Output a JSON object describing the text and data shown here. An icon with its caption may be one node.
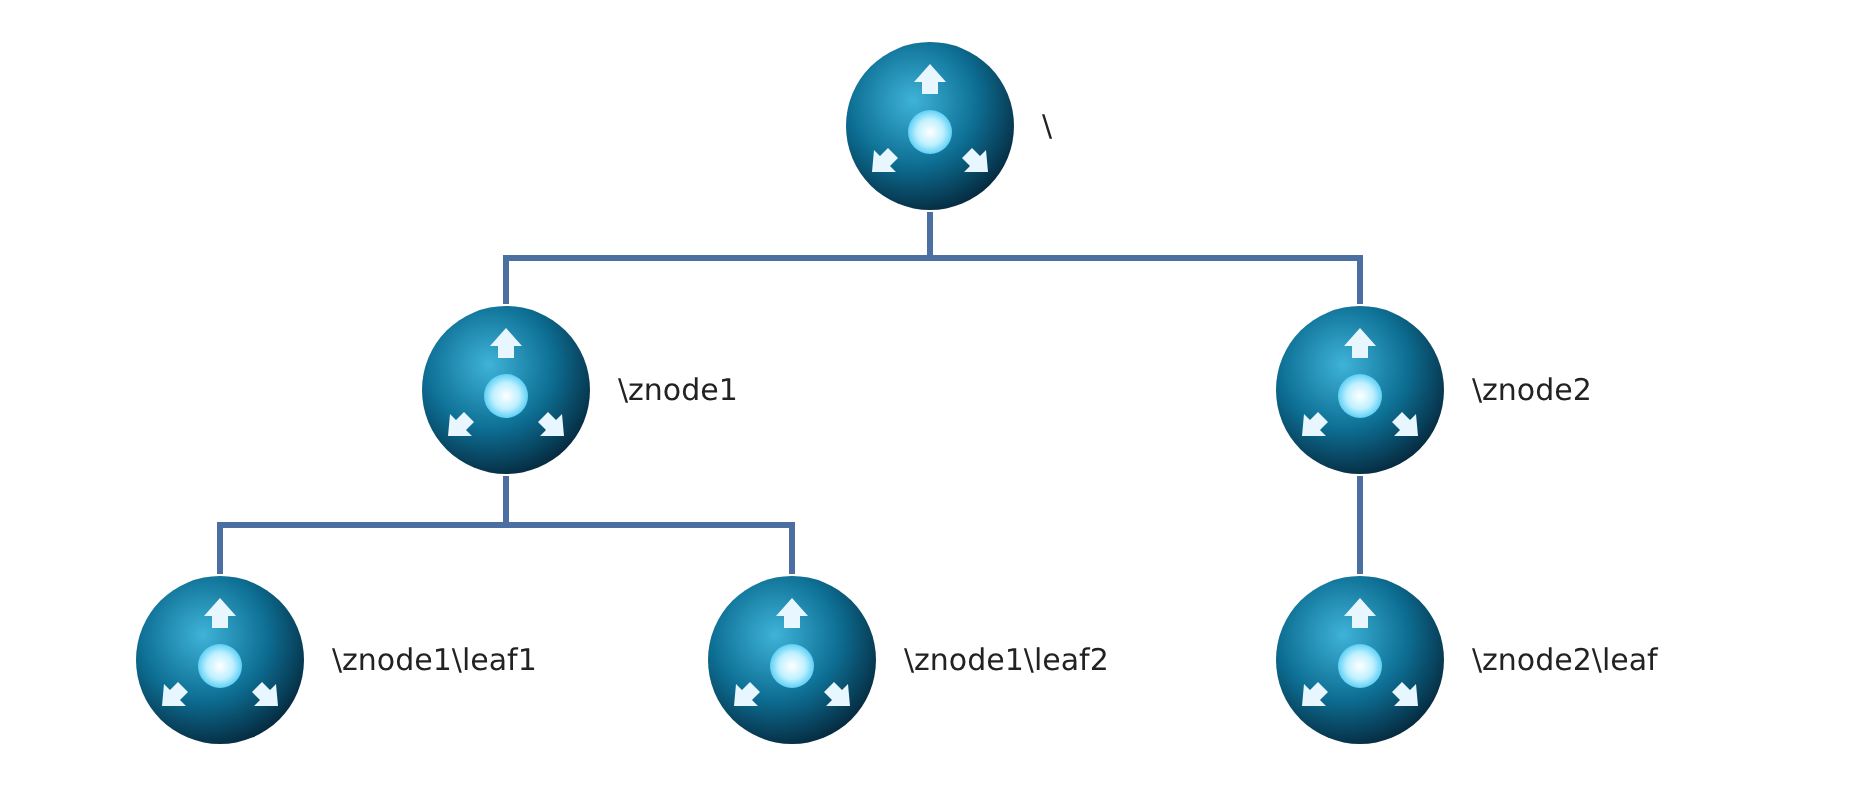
{
  "diagram": {
    "nodes": [
      {
        "text": [],
        "shape": "circle",
        "beside": [
          "\\"
        ]
      },
      {
        "text": [],
        "shape": "circle",
        "beside": [
          "\\znode1"
        ]
      },
      {
        "text": [],
        "shape": "circle",
        "beside": [
          "\\znode2"
        ]
      },
      {
        "text": [],
        "shape": "circle",
        "beside": [
          "\\znode1\\leaf1"
        ]
      },
      {
        "text": [],
        "shape": "circle",
        "beside": [
          "\\znode1\\leaf2"
        ]
      },
      {
        "text": [],
        "shape": "circle",
        "beside": [
          "\\znode2\\leaf"
        ]
      }
    ],
    "edges": [
      {
        "from": 0,
        "to": 1,
        "arrow": "none"
      },
      {
        "from": 0,
        "to": 2,
        "arrow": "none"
      },
      {
        "from": 1,
        "to": 3,
        "arrow": "none"
      },
      {
        "from": 1,
        "to": 4,
        "arrow": "none"
      },
      {
        "from": 2,
        "to": 5,
        "arrow": "none"
      }
    ]
  }
}
